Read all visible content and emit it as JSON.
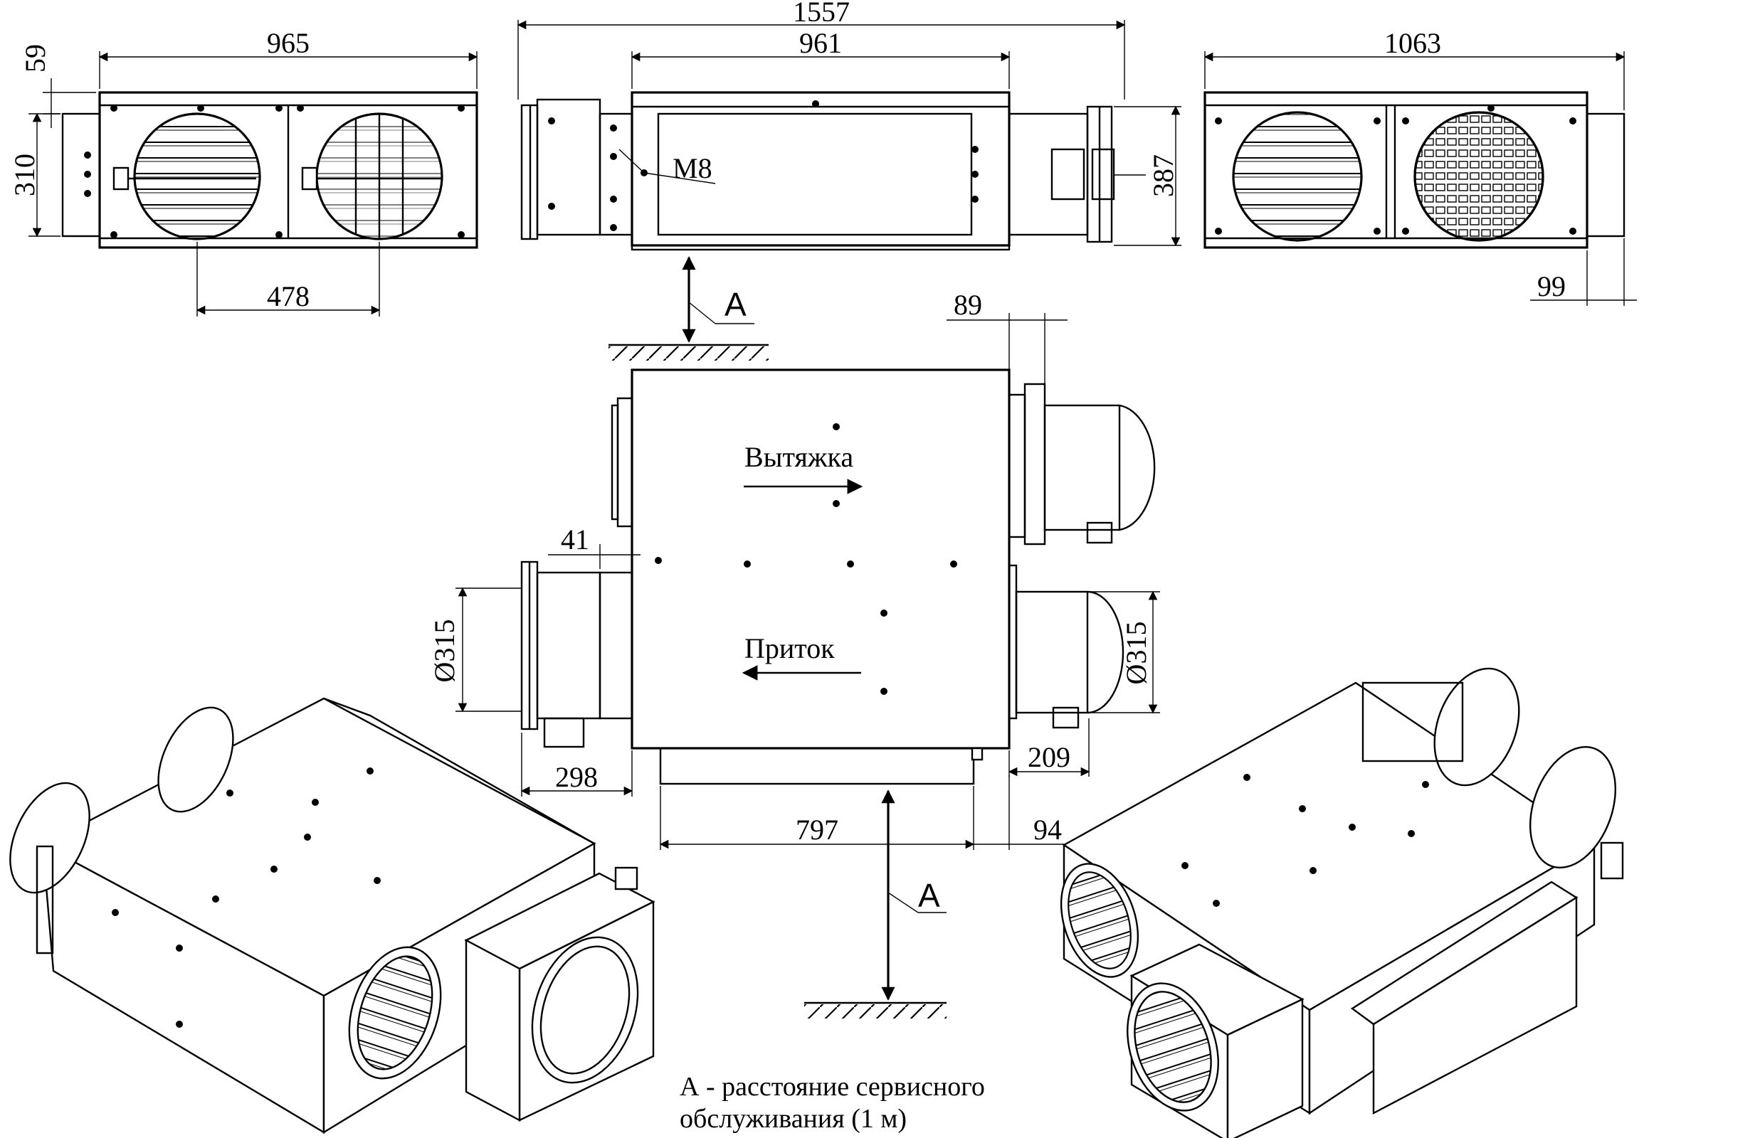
{
  "dimensions": {
    "front_width": "965",
    "front_height": "310",
    "front_top_gap": "59",
    "front_spigot_spacing": "478",
    "side_overall": "1557",
    "side_body": "961",
    "side_height": "387",
    "back_width": "1063",
    "back_offset": "99",
    "plan_spigot_offset": "89",
    "plan_left_gap": "41",
    "plan_left_length": "298",
    "plan_body_depth": "797",
    "plan_right_gap": "94",
    "plan_right_length": "209",
    "duct_diameter_left": "Ø315",
    "duct_diameter_right": "Ø315"
  },
  "labels": {
    "bolt_thread": "M8",
    "service_letter_top": "A",
    "service_letter_bottom": "A",
    "exhaust_flow": "Вытяжка",
    "supply_flow": "Приток"
  },
  "note": {
    "line1": "А - расстояние сервисного",
    "line2": "обслуживания (1 м)"
  }
}
